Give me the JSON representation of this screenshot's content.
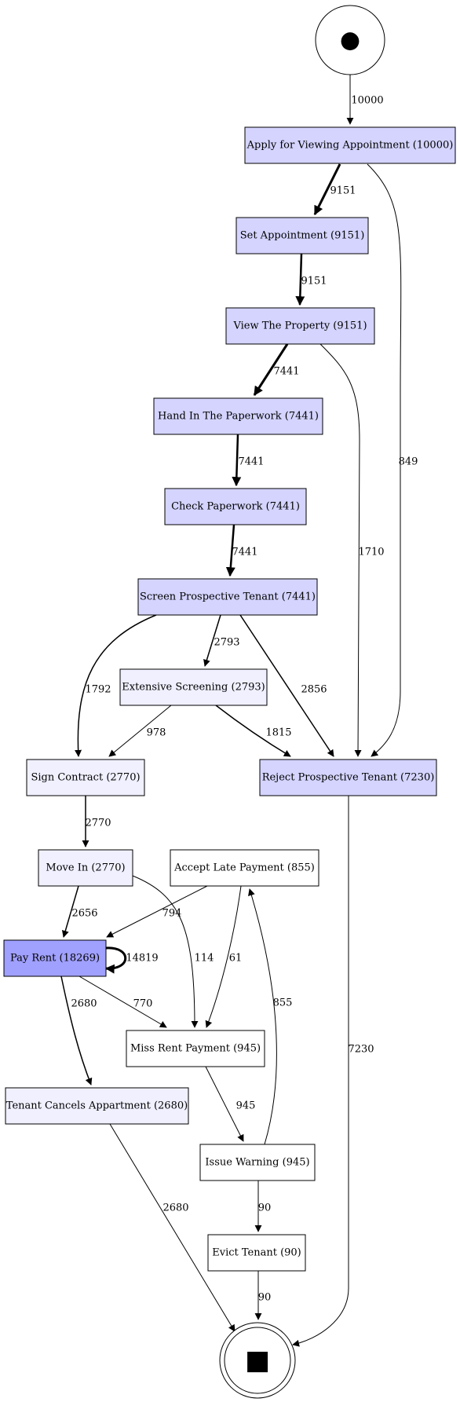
{
  "diagram": {
    "start_symbol": "●",
    "end_symbol": "■",
    "colors": {
      "frequent": "#a0a0ff",
      "high": "#d4d4ff",
      "medium": "#f0f0ff",
      "low": "#ffffff",
      "stroke": "#000000"
    },
    "nodes": [
      {
        "id": "apply",
        "label": "Apply for Viewing Appointment (10000)",
        "level": "high"
      },
      {
        "id": "set",
        "label": "Set Appointment (9151)",
        "level": "high"
      },
      {
        "id": "view",
        "label": "View The Property (9151)",
        "level": "high"
      },
      {
        "id": "handin",
        "label": "Hand In The Paperwork (7441)",
        "level": "high"
      },
      {
        "id": "check",
        "label": "Check Paperwork (7441)",
        "level": "high"
      },
      {
        "id": "screen",
        "label": "Screen Prospective Tenant (7441)",
        "level": "high"
      },
      {
        "id": "extensive",
        "label": "Extensive Screening (2793)",
        "level": "medium"
      },
      {
        "id": "sign",
        "label": "Sign Contract (2770)",
        "level": "medium"
      },
      {
        "id": "reject",
        "label": "Reject Prospective Tenant (7230)",
        "level": "high"
      },
      {
        "id": "movein",
        "label": "Move In (2770)",
        "level": "medium"
      },
      {
        "id": "acceptlate",
        "label": "Accept Late Payment (855)",
        "level": "low"
      },
      {
        "id": "payrent",
        "label": "Pay Rent (18269)",
        "level": "frequent"
      },
      {
        "id": "miss",
        "label": "Miss Rent Payment (945)",
        "level": "low"
      },
      {
        "id": "cancel",
        "label": "Tenant Cancels Appartment (2680)",
        "level": "medium"
      },
      {
        "id": "warn",
        "label": "Issue Warning (945)",
        "level": "low"
      },
      {
        "id": "evict",
        "label": "Evict Tenant (90)",
        "level": "low"
      }
    ],
    "edges": [
      {
        "id": "start-apply",
        "label": "10000"
      },
      {
        "id": "apply-set",
        "label": "9151"
      },
      {
        "id": "apply-reject",
        "label": "849"
      },
      {
        "id": "set-view",
        "label": "9151"
      },
      {
        "id": "view-handin",
        "label": "7441"
      },
      {
        "id": "view-reject",
        "label": "1710"
      },
      {
        "id": "handin-check",
        "label": "7441"
      },
      {
        "id": "check-screen",
        "label": "7441"
      },
      {
        "id": "screen-sign",
        "label": "1792"
      },
      {
        "id": "screen-extensive",
        "label": "2793"
      },
      {
        "id": "screen-reject",
        "label": "2856"
      },
      {
        "id": "extensive-sign",
        "label": "978"
      },
      {
        "id": "extensive-reject",
        "label": "1815"
      },
      {
        "id": "sign-movein",
        "label": "2770"
      },
      {
        "id": "reject-end",
        "label": "7230"
      },
      {
        "id": "movein-payrent",
        "label": "2656"
      },
      {
        "id": "movein-miss",
        "label": "114"
      },
      {
        "id": "acceptlate-payrent",
        "label": "794"
      },
      {
        "id": "acceptlate-miss",
        "label": "61"
      },
      {
        "id": "payrent-payrent",
        "label": "14819"
      },
      {
        "id": "payrent-miss",
        "label": "770"
      },
      {
        "id": "payrent-cancel",
        "label": "2680"
      },
      {
        "id": "miss-warn",
        "label": "945"
      },
      {
        "id": "warn-acceptlate",
        "label": "855"
      },
      {
        "id": "warn-evict",
        "label": "90"
      },
      {
        "id": "cancel-end",
        "label": "2680"
      },
      {
        "id": "evict-end",
        "label": "90"
      }
    ]
  }
}
